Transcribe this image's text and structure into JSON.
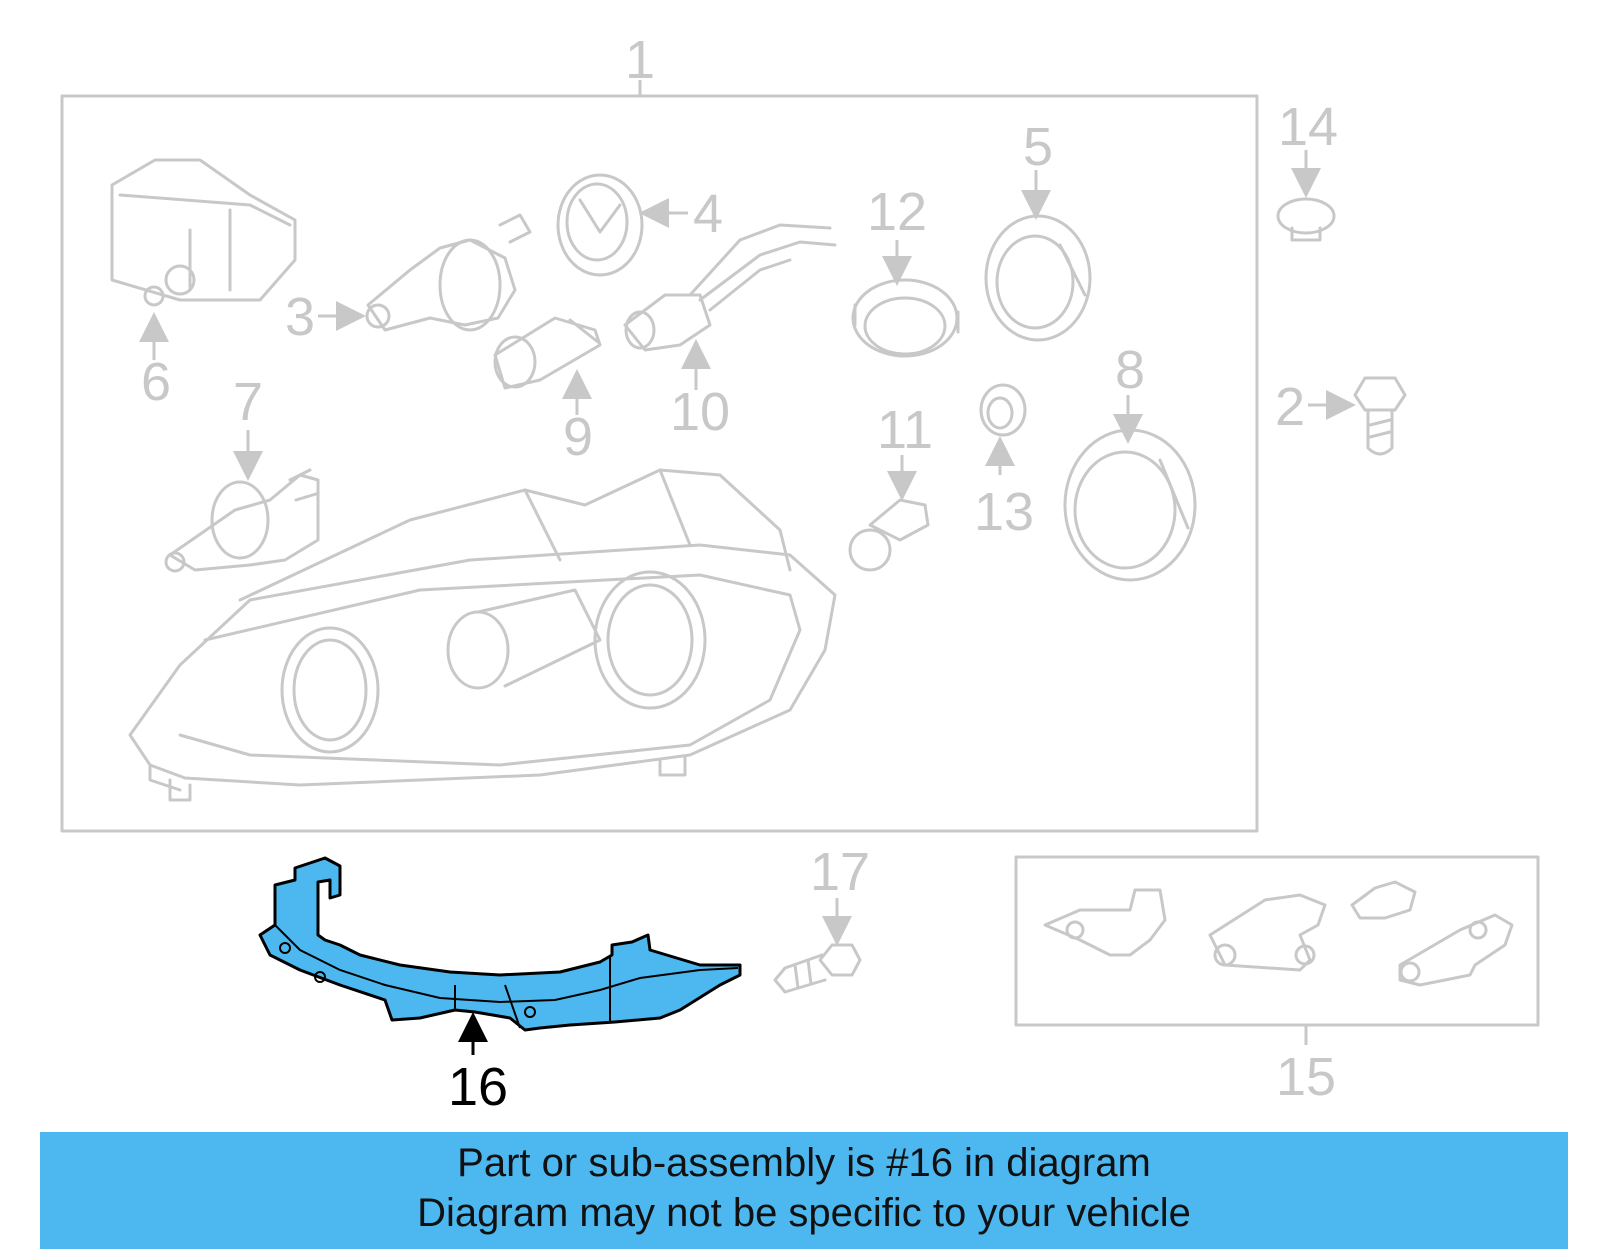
{
  "diagram": {
    "callouts": {
      "c1": "1",
      "c2": "2",
      "c3": "3",
      "c4": "4",
      "c5": "5",
      "c6": "6",
      "c7": "7",
      "c8": "8",
      "c9": "9",
      "c10": "10",
      "c11": "11",
      "c12": "12",
      "c13": "13",
      "c14": "14",
      "c15": "15",
      "c16": "16",
      "c17": "17"
    },
    "highlighted_part": "16",
    "colors": {
      "highlight": "#4db8f0",
      "line": "#c8c8c8",
      "active_text": "#000000"
    }
  },
  "banner": {
    "line1": "Part or sub-assembly is #16 in diagram",
    "line2": "Diagram may not be specific to your vehicle",
    "background": "#4db8f0"
  }
}
